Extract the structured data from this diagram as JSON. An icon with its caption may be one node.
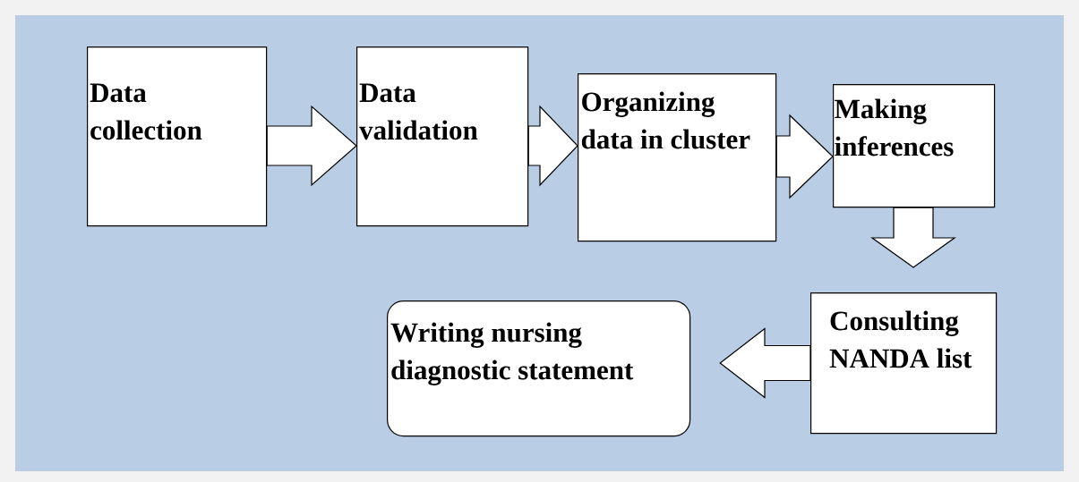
{
  "diagram": {
    "nodes": [
      {
        "text": [
          "Data collection"
        ]
      },
      {
        "text": [
          "Data validation"
        ]
      },
      {
        "text": [
          "Organizing data in cluster"
        ]
      },
      {
        "text": [
          "Making inferences"
        ]
      },
      {
        "text": [
          "Consulting NANDA list"
        ]
      },
      {
        "text": [
          "Writing nursing diagnostic statement"
        ]
      }
    ],
    "edges": [
      {
        "from": 0,
        "to": 1,
        "arrow": "to"
      },
      {
        "from": 1,
        "to": 2,
        "arrow": "to"
      },
      {
        "from": 2,
        "to": 3,
        "arrow": "to"
      },
      {
        "from": 3,
        "to": 4,
        "arrow": "to"
      },
      {
        "from": 4,
        "to": 5,
        "arrow": "to"
      }
    ]
  }
}
